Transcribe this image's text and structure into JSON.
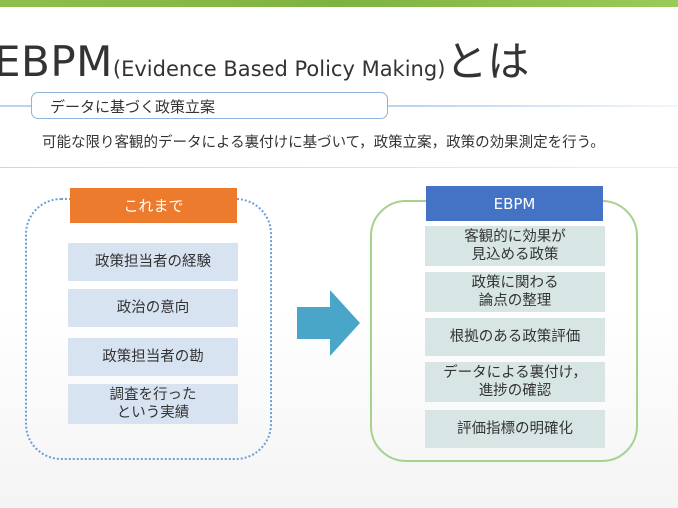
{
  "title": {
    "main": "EBPM",
    "paren": "(Evidence Based Policy Making)",
    "tail": "とは"
  },
  "subtitle": "データに基づく政策立案",
  "lead": "可能な限り客観的データによる裏付けに基づいて，政策立案，政策の効果測定を行う。",
  "left": {
    "header": "これまで",
    "items": [
      "政策担当者の経験",
      "政治の意向",
      "政策担当者の勘",
      "調査を行った\nという実績"
    ]
  },
  "right": {
    "header": "EBPM",
    "items": [
      "客観的に効果が\n見込める政策",
      "政策に関わる\n論点の整理",
      "根拠のある政策評価",
      "データによる裏付け，\n進捗の確認",
      "評価指標の明確化"
    ]
  },
  "colors": {
    "left_header": "#ec7b2e",
    "right_header": "#4472c4",
    "arrow": "#4aa6c9",
    "left_box": "#d7e3f0",
    "right_box": "#d7e6e4",
    "left_border": "#6b9fd8",
    "right_border": "#a9d18e"
  }
}
